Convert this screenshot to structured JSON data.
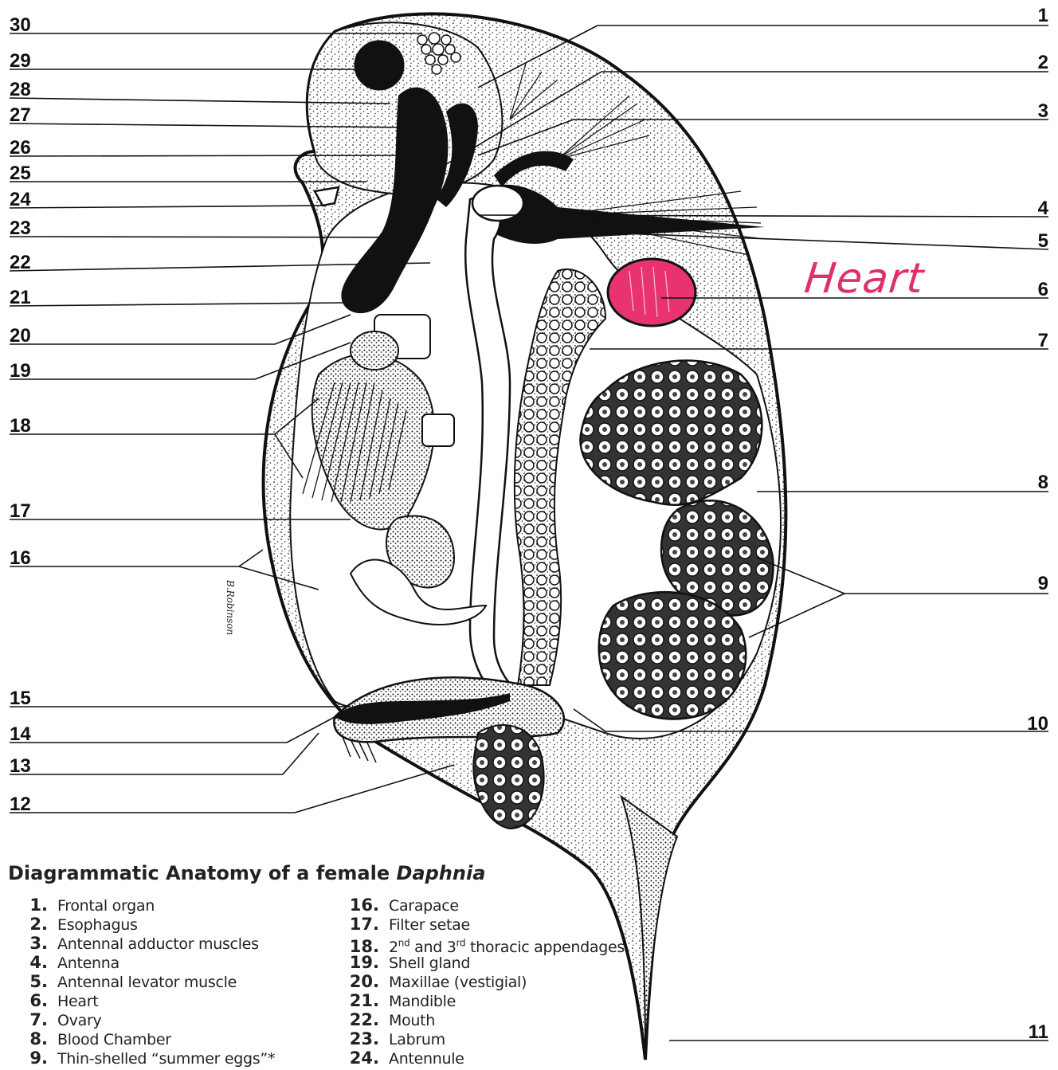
{
  "diagram": {
    "title_prefix": "Diagrammatic Anatomy of a female ",
    "title_species": "Daphnia",
    "annotation": "Heart",
    "artist_signature": "B.Robinson",
    "highlight_color": "#e8336e",
    "ink_color": "#111111",
    "left_labels": [
      "30",
      "29",
      "28",
      "27",
      "26",
      "25",
      "24",
      "23",
      "22",
      "21",
      "20",
      "19",
      "18",
      "17",
      "16",
      "15",
      "14",
      "13",
      "12"
    ],
    "right_labels": [
      "1",
      "2",
      "3",
      "4",
      "5",
      "6",
      "7",
      "8",
      "9",
      "10",
      "11"
    ],
    "legend_left": [
      {
        "n": "1.",
        "t": "Frontal organ"
      },
      {
        "n": "2.",
        "t": "Esophagus"
      },
      {
        "n": "3.",
        "t": "Antennal adductor muscles"
      },
      {
        "n": "4.",
        "t": "Antenna"
      },
      {
        "n": "5.",
        "t": "Antennal levator muscle"
      },
      {
        "n": "6.",
        "t": "Heart"
      },
      {
        "n": "7.",
        "t": "Ovary"
      },
      {
        "n": "8.",
        "t": "Blood Chamber"
      },
      {
        "n": "9.",
        "t": "Thin-shelled “summer eggs”*"
      }
    ],
    "legend_right": [
      {
        "n": "16.",
        "t": "Carapace"
      },
      {
        "n": "17.",
        "t": "Filter setae"
      },
      {
        "n": "18.",
        "t_pre": "2",
        "sup1": "nd",
        "t_mid": " and 3",
        "sup2": "rd",
        "t_post": " thoracic appendages"
      },
      {
        "n": "19.",
        "t": "Shell gland"
      },
      {
        "n": "20.",
        "t": "Maxillae (vestigial)"
      },
      {
        "n": "21.",
        "t": "Mandible"
      },
      {
        "n": "22.",
        "t": "Mouth"
      },
      {
        "n": "23.",
        "t": "Labrum"
      },
      {
        "n": "24.",
        "t": "Antennule"
      }
    ]
  }
}
